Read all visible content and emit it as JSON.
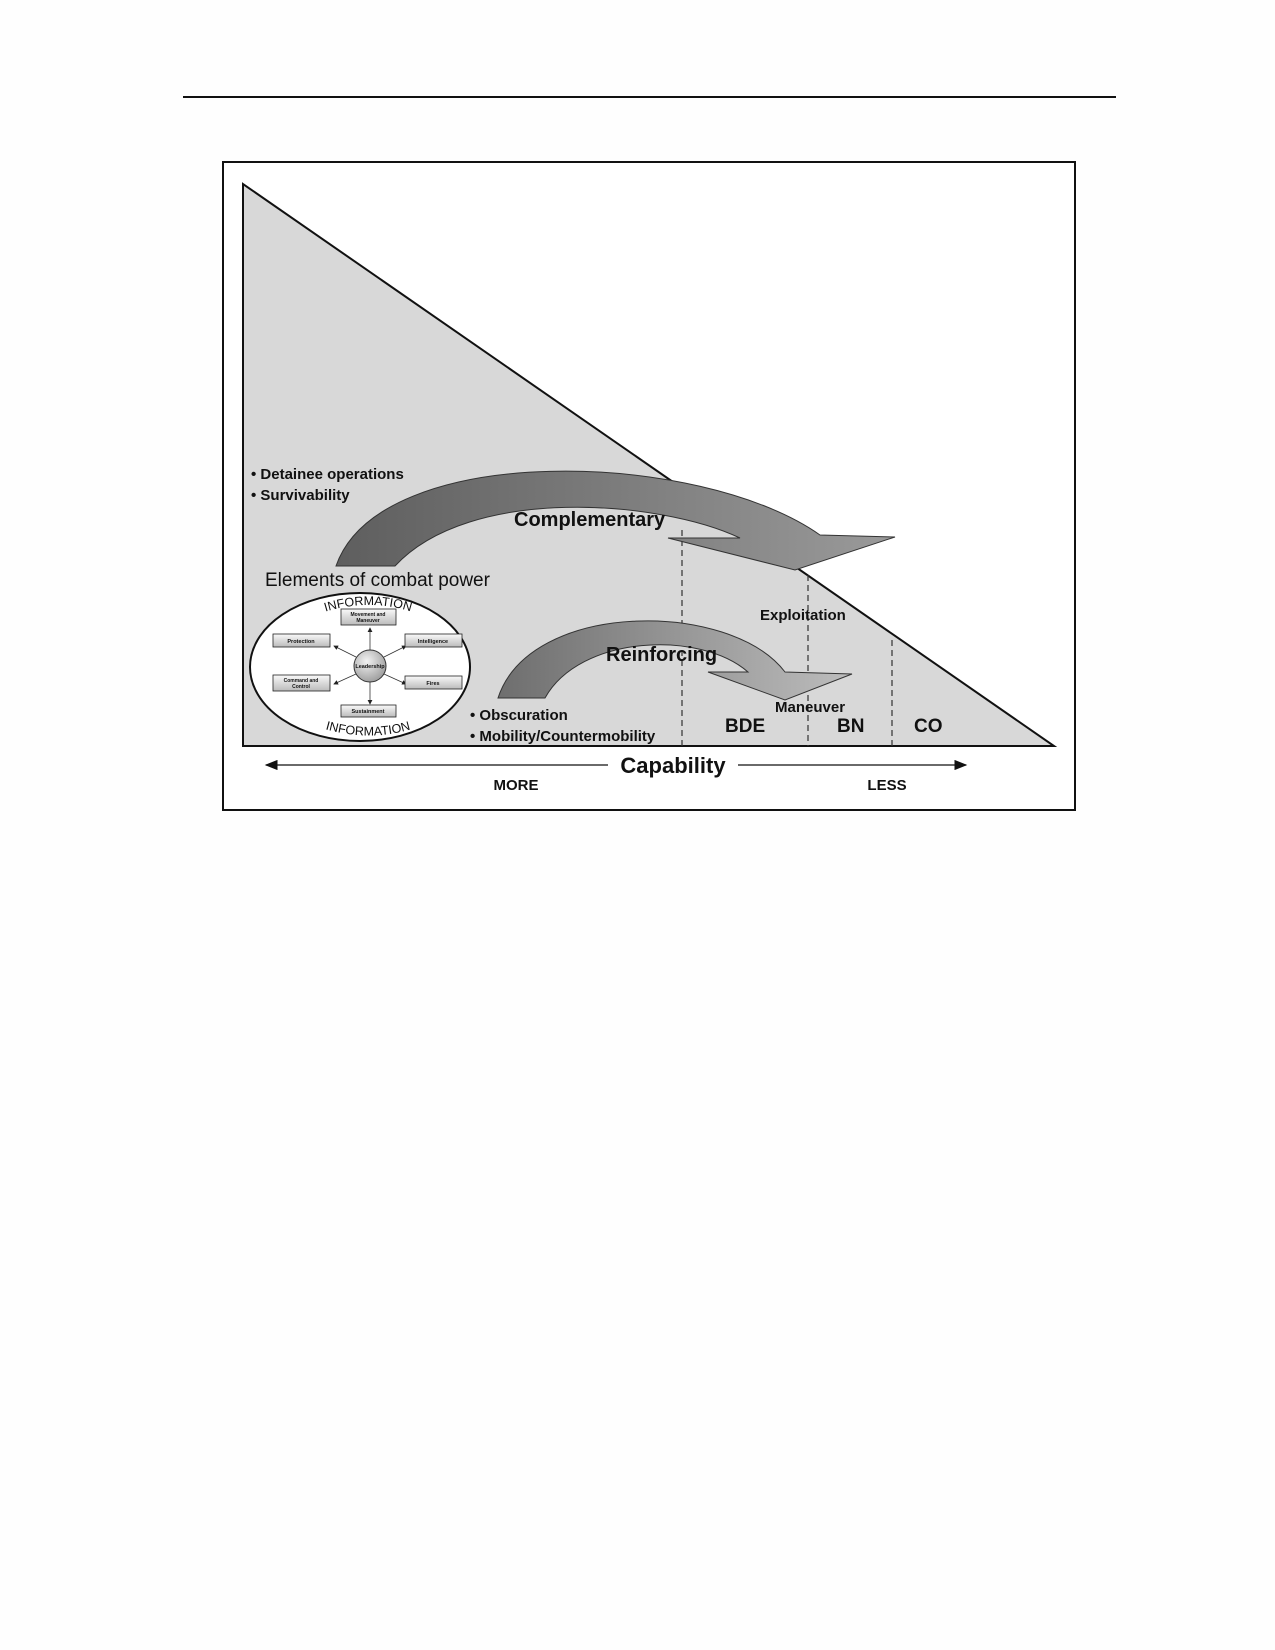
{
  "diagram": {
    "bullets_top": [
      "• Detainee operations",
      "• Survivability"
    ],
    "complementary_label": "Complementary",
    "elements_label": "Elements of combat power",
    "reinforcing_label": "Reinforcing",
    "exploitation_label": "Exploitation",
    "maneuver_label": "Maneuver",
    "bullets_bottom": [
      "• Obscuration",
      "• Mobility/Countermobility"
    ],
    "echelons": [
      "BDE",
      "BN",
      "CO"
    ],
    "axis": {
      "label": "Capability",
      "left": "MORE",
      "right": "LESS"
    },
    "combat_power": {
      "information_top": "INFORMATION",
      "information_bottom": "INFORMATION",
      "center": "Leadership",
      "functions": {
        "movement": [
          "Movement and",
          "Maneuver"
        ],
        "intelligence": "Intelligence",
        "protection": "Protection",
        "fires": "Fires",
        "command": [
          "Command and",
          "Control"
        ],
        "sustainment": "Sustainment"
      }
    },
    "colors": {
      "triangle_fill": "#d8d8d8",
      "arrow_dark": "#6a6a6a",
      "arrow_mid": "#8f8f8f",
      "arrow_light": "#b4b4b4"
    }
  }
}
